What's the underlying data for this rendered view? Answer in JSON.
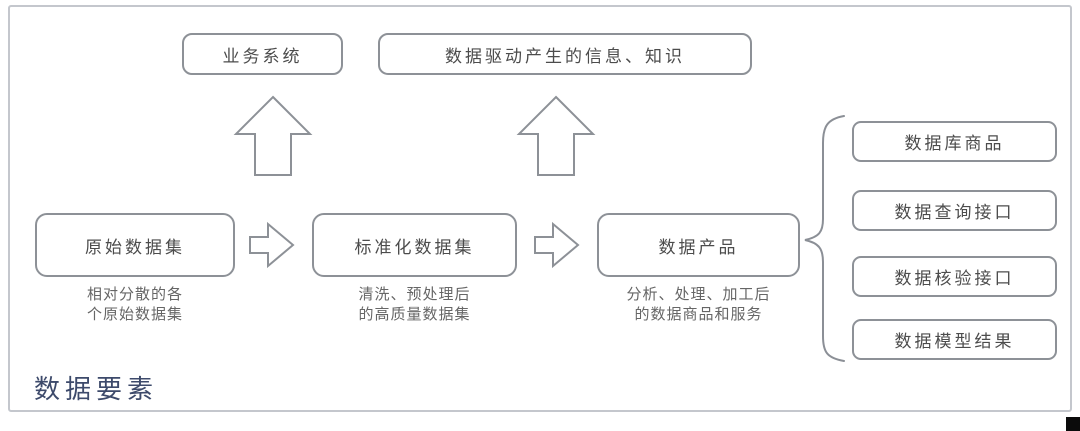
{
  "diagram": {
    "top_row": [
      {
        "label": "业务系统"
      },
      {
        "label": "数据驱动产生的信息、知识"
      }
    ],
    "flow": [
      {
        "label": "原始数据集",
        "caption": [
          "相对分散的各",
          "个原始数据集"
        ]
      },
      {
        "label": "标准化数据集",
        "caption": [
          "清洗、预处理后",
          "的高质量数据集"
        ]
      },
      {
        "label": "数据产品",
        "caption": [
          "分析、处理、加工后",
          "的数据商品和服务"
        ]
      }
    ],
    "outputs": [
      {
        "label": "数据库商品"
      },
      {
        "label": "数据查询接口"
      },
      {
        "label": "数据核验接口"
      },
      {
        "label": "数据模型结果"
      }
    ],
    "footer_label": "数据要素",
    "icons": {
      "up_arrow": "hollow block arrow pointing up",
      "right_arrow": "hollow block arrow pointing right",
      "brace": "left-pointing curly brace"
    },
    "colors": {
      "box_border": "#8d9197",
      "box_text": "#4c4c4c",
      "caption_text": "#666666",
      "footer_text": "#3d4a6b",
      "frame_border": "#c4c7cd",
      "corner_mark": "#0b0b0b",
      "background": "#ffffff"
    }
  }
}
